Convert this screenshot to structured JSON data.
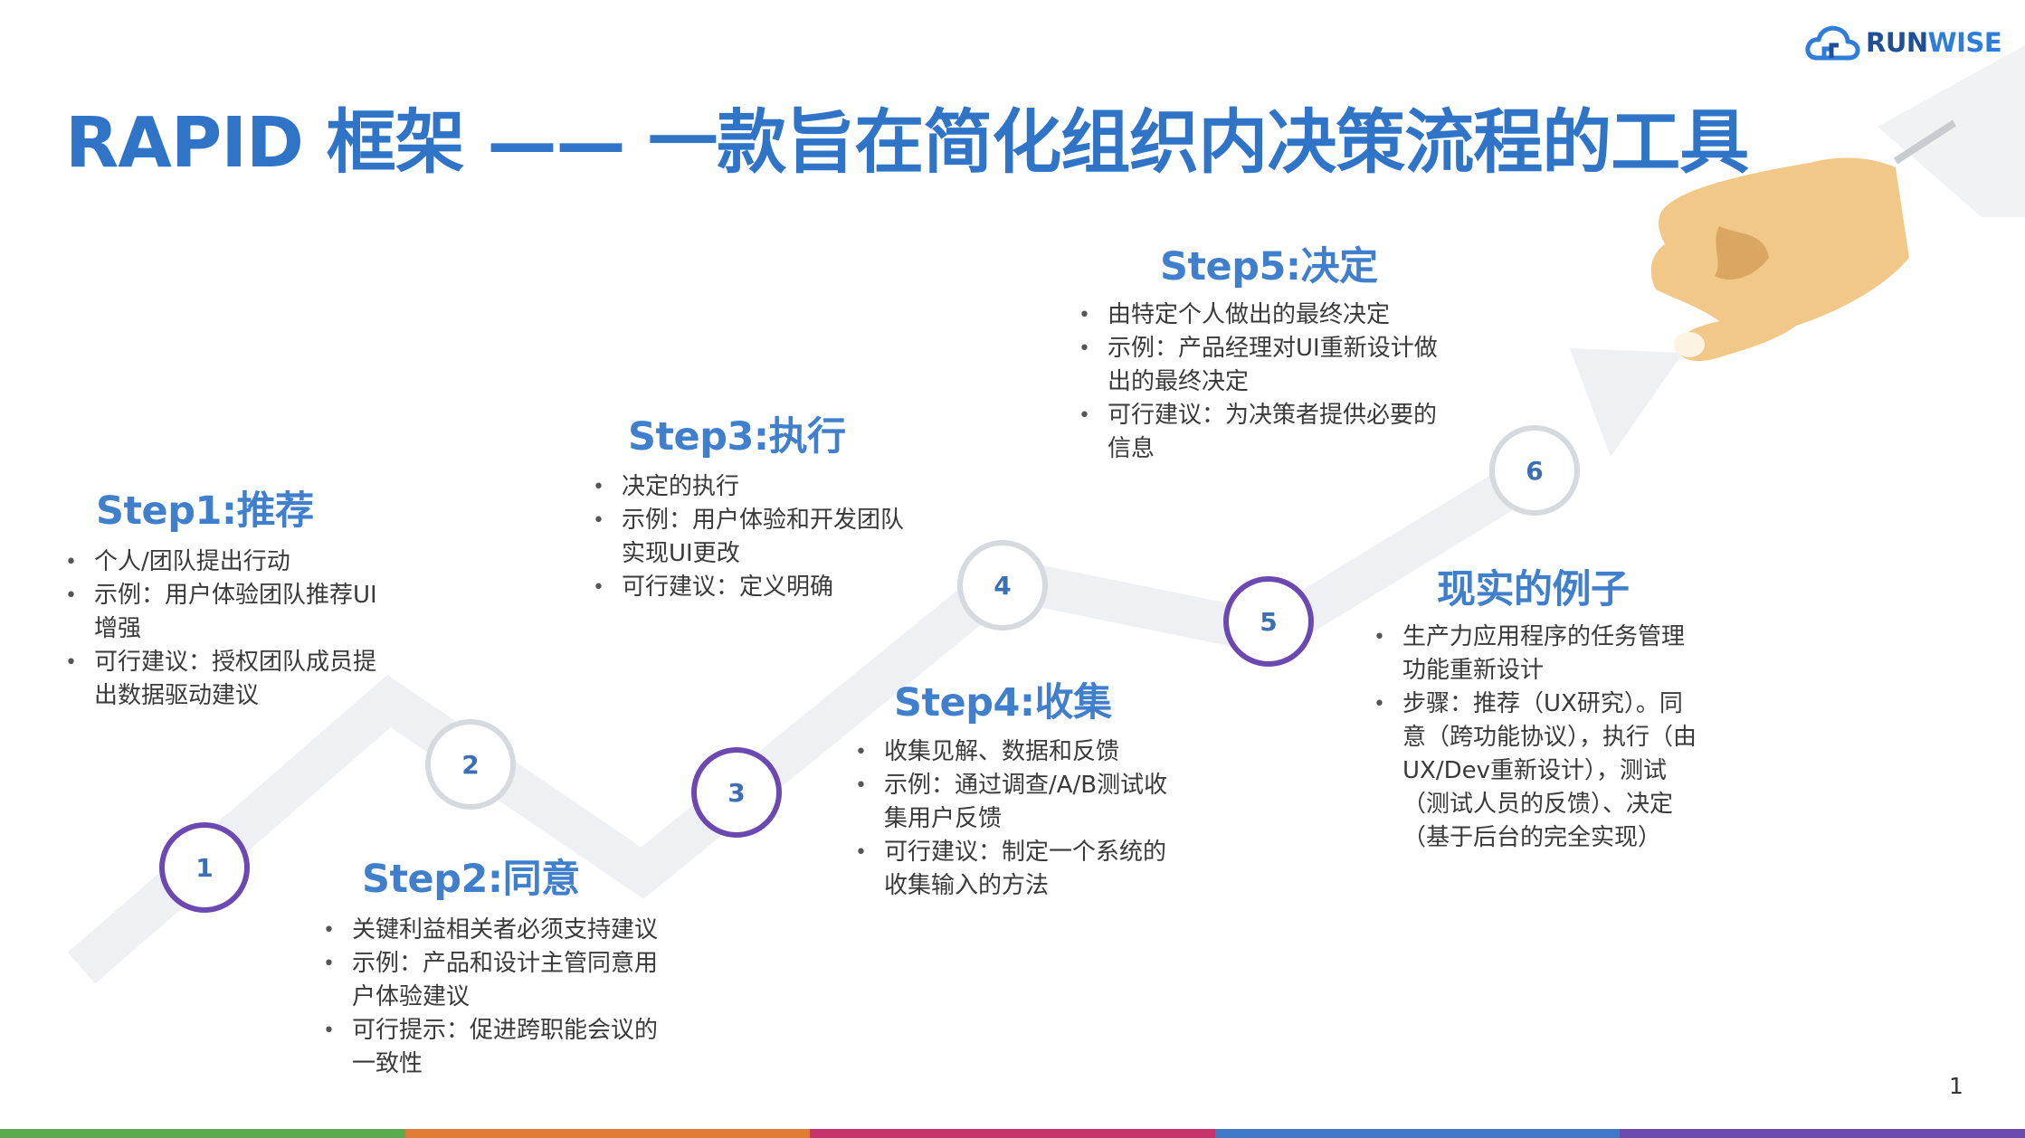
{
  "logo": {
    "text_run": "RUN",
    "text_wise": "WISE"
  },
  "title": "RAPID 框架 —— 一款旨在简化组织内决策流程的工具",
  "steps": [
    {
      "title": "Step1:推荐",
      "bullets": [
        "个人/团队提出行动",
        "示例：用户体验团队推荐UI增强",
        "可行建议：授权团队成员提出数据驱动建议"
      ]
    },
    {
      "title": "Step2:同意",
      "bullets": [
        "关键利益相关者必须支持建议",
        "示例：产品和设计主管同意用户体验建议",
        "可行提示：促进跨职能会议的一致性"
      ]
    },
    {
      "title": "Step3:执行",
      "bullets": [
        "决定的执行",
        "示例：用户体验和开发团队实现UI更改",
        "可行建议：定义明确"
      ]
    },
    {
      "title": "Step4:收集",
      "bullets": [
        "收集见解、数据和反馈",
        "示例：通过调查/A/B测试收集用户反馈",
        "可行建议：制定一个系统的收集输入的方法"
      ]
    },
    {
      "title": "Step5:决定",
      "bullets": [
        "由特定个人做出的最终决定",
        "示例：产品经理对UI重新设计做出的最终决定",
        "可行建议：为决策者提供必要的信息"
      ]
    }
  ],
  "example": {
    "title": "现实的例子",
    "bullets": [
      "生产力应用程序的任务管理功能重新设计",
      "步骤：推荐（UX研究）。同意（跨功能协议），执行（由UX/Dev重新设计），测试（测试人员的反馈）、决定（基于后台的完全实现）"
    ]
  },
  "nodes": [
    "1",
    "2",
    "3",
    "4",
    "5",
    "6"
  ],
  "page_number": "1",
  "colors": {
    "title": "#2f74c6",
    "step_title": "#3f7fcc",
    "node_purple": "#6c49b0",
    "node_grey": "#d6d9de",
    "bar": [
      "#5aa84f",
      "#e07b35",
      "#c9336b",
      "#3f79c7",
      "#6b4bb0"
    ]
  },
  "icons": [
    "cloud-logo-icon",
    "hand-pointing-icon",
    "arrow-head-icon"
  ]
}
